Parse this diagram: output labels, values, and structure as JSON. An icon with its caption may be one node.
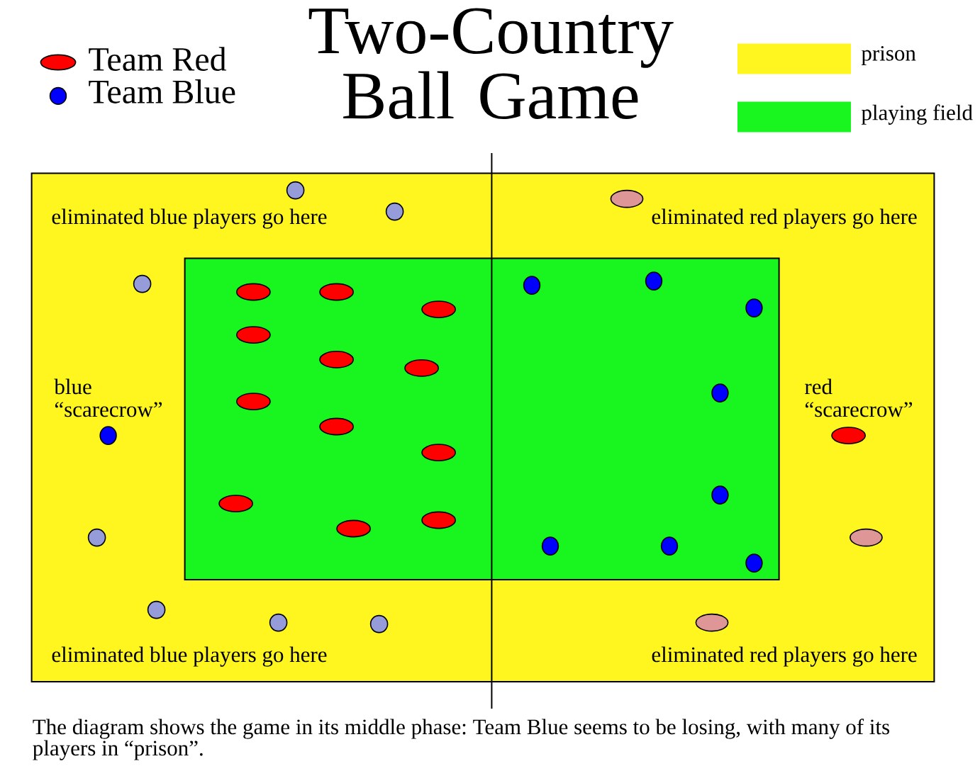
{
  "diagram": {
    "title": "Two-Country Ball Game",
    "nodes": [
      {
        "text": [
          "eliminated blue players go here",
          "eliminated red players go here",
          "blue “scarecrow”",
          "red “scarecrow”",
          "eliminated blue players go here",
          "eliminated red players go here"
        ]
      },
      {
        "text": [],
        "shape": "box",
        "in": 0
      }
    ],
    "legend": [
      {
        "text": "Team Red"
      },
      {
        "text": "Team Blue"
      },
      {
        "text": "prison",
        "color": "#fff51f"
      },
      {
        "text": "playing field",
        "color": "#19f51f"
      }
    ],
    "caption": "The diagram shows the game in its middle phase: Team Blue seems to be losing, with many of its players in “prison”."
  }
}
